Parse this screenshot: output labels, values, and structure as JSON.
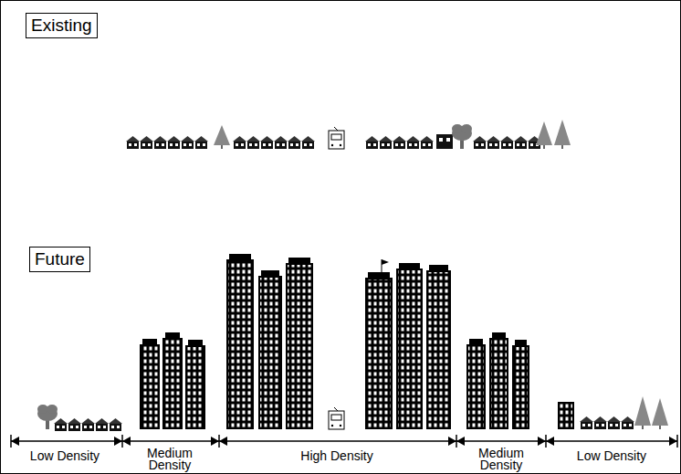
{
  "diagram": {
    "nodes": [
      {
        "text": [
          "Existing"
        ]
      },
      {
        "text": [
          "Future"
        ]
      }
    ],
    "labels": [
      "Low Density",
      "Medium Density",
      "High Density",
      "Medium Density",
      "Low Density"
    ]
  }
}
